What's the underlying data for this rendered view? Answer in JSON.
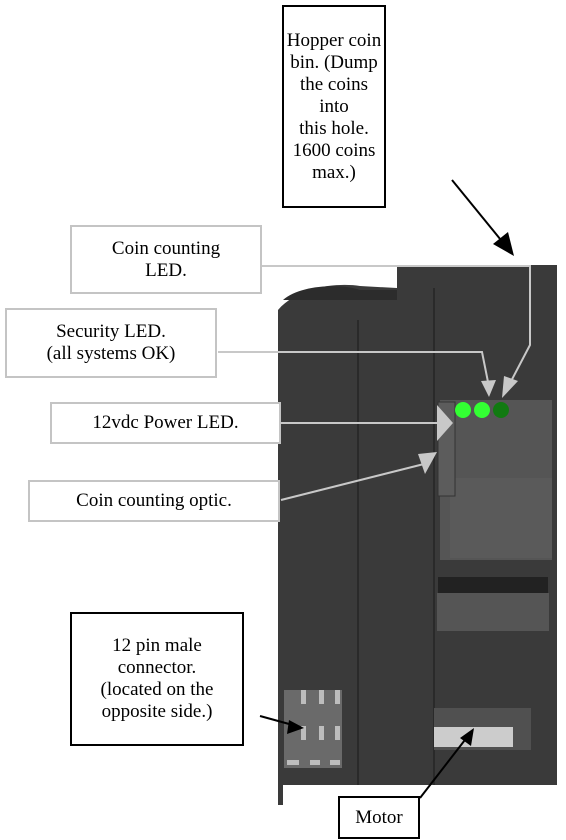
{
  "labels": {
    "hopper_bin": "Hopper coin\nbin.  (Dump\nthe coins into\nthis hole.\n1600 coins\nmax.)",
    "coin_counting_led": "Coin counting\nLED.",
    "security_led": "Security LED.\n(all systems OK)",
    "power_led": "12vdc Power LED.",
    "coin_counting_optic": "Coin counting optic.",
    "connector": "12 pin male\nconnector.\n(located on the\nopposite side.)",
    "motor": "Motor"
  },
  "colors": {
    "body": "#3a3a3a",
    "panel": "#555555",
    "led_bright_green": "#33ff33",
    "led_dark_green": "#117a11",
    "arrow_gray": "#c8c8c8",
    "arrow_black": "#000000"
  }
}
